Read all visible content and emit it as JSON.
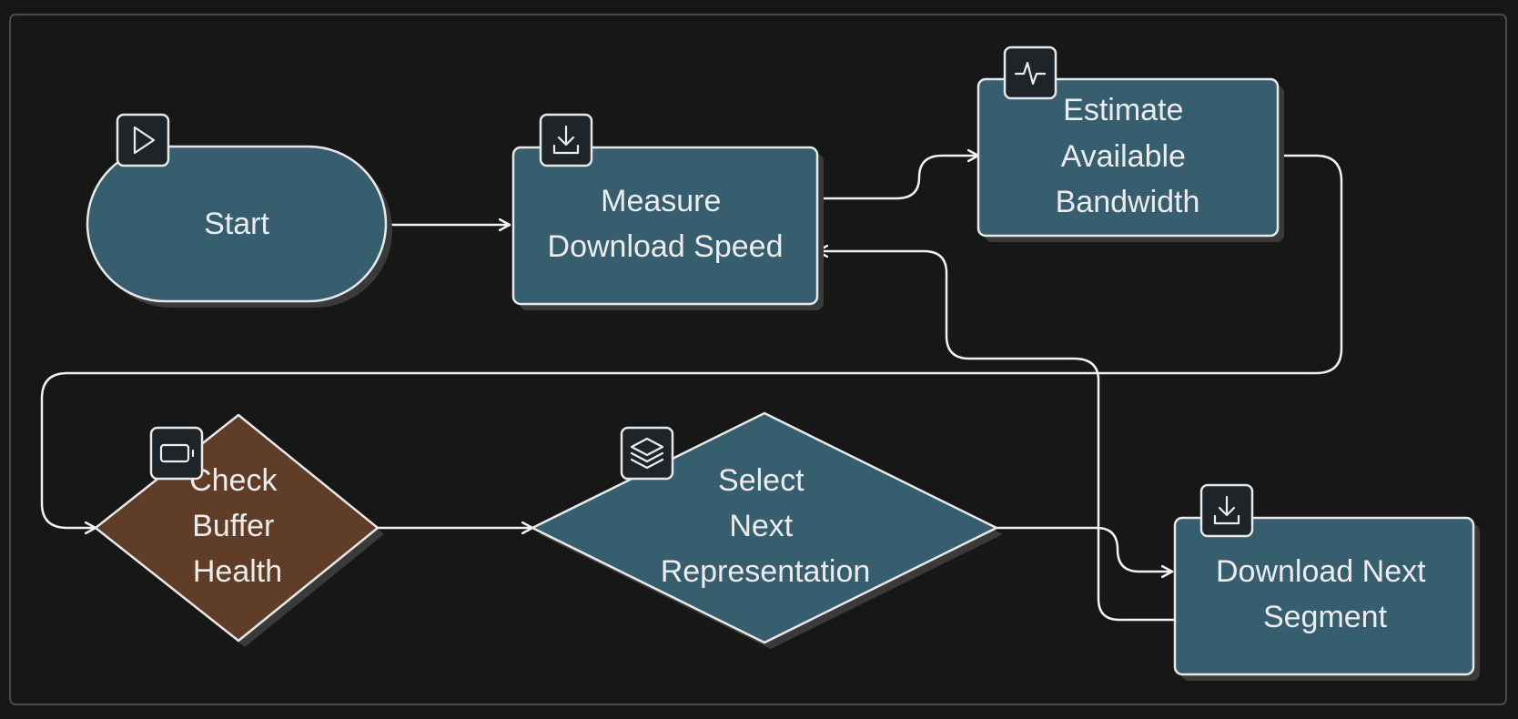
{
  "colors": {
    "background": "#171717",
    "frame": "#4a4a4a",
    "process_fill": "#365e6e",
    "warning_fill": "#5f3d26",
    "stroke": "#e8e8e8",
    "edge": "#f2f2f2",
    "text": "#ececec",
    "badge_fill": "#1f2428"
  },
  "nodes": {
    "start": {
      "lines": [
        "Start"
      ],
      "icon": "play-icon",
      "fill": "#365e6e"
    },
    "measure": {
      "lines": [
        "Measure",
        "Download Speed"
      ],
      "icon": "download-icon",
      "fill": "#365e6e"
    },
    "estimate": {
      "lines": [
        "Estimate",
        "Available",
        "Bandwidth"
      ],
      "icon": "activity-icon",
      "fill": "#365e6e"
    },
    "check": {
      "lines": [
        "Check",
        "Buffer",
        "Health"
      ],
      "icon": "battery-icon",
      "fill": "#5f3d26"
    },
    "select": {
      "lines": [
        "Select",
        "Next",
        "Representation"
      ],
      "icon": "layers-icon",
      "fill": "#365e6e"
    },
    "download": {
      "lines": [
        "Download Next",
        "Segment"
      ],
      "icon": "download-icon",
      "fill": "#365e6e"
    }
  },
  "edges": [
    {
      "from": "start",
      "to": "measure"
    },
    {
      "from": "measure",
      "to": "estimate"
    },
    {
      "from": "estimate",
      "to": "check"
    },
    {
      "from": "check",
      "to": "select"
    },
    {
      "from": "select",
      "to": "download"
    },
    {
      "from": "download",
      "to": "measure"
    }
  ]
}
